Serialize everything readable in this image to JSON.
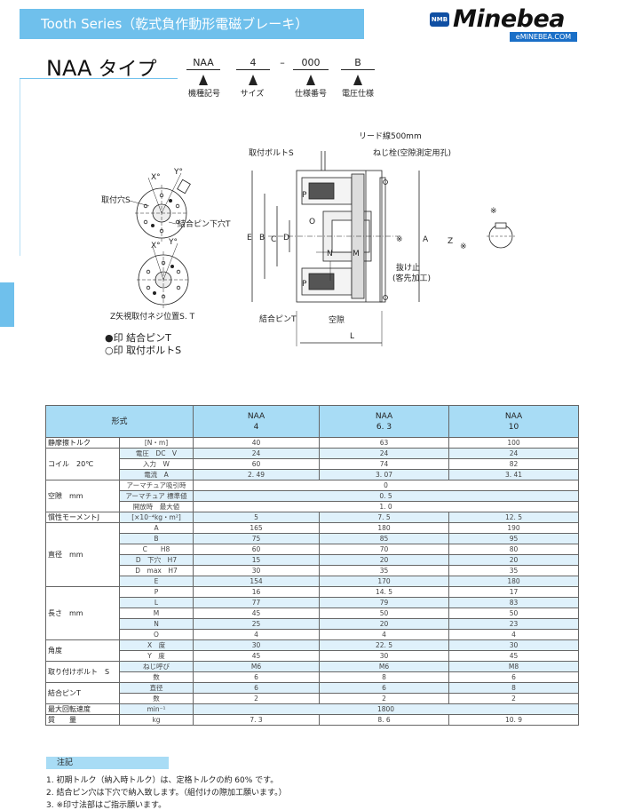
{
  "header": {
    "banner": "Tooth Series（乾式負作動形電磁ブレーキ）",
    "logo_badge": "NMB",
    "logo_brand": "Minebea",
    "logo_url": "eMINEBEA.COM"
  },
  "type_title": {
    "code": "NAA",
    "suffix": "タイプ"
  },
  "model_code": {
    "parts": [
      "NAA",
      "4",
      "–",
      "000",
      "B"
    ],
    "labels": [
      "機種記号",
      "サイズ",
      "仕様番号",
      "電圧仕様"
    ]
  },
  "drawing": {
    "labels": {
      "lead_wire": "リード線500mm",
      "screw_plug": "ねじ栓(空隙測定用孔)",
      "mount_bolt": "取付ボルトS",
      "mount_hole": "取付穴S",
      "pin_hole": "結合ピン下穴T",
      "z_view": "Z矢視取付ネジ位置S. T",
      "coupling_pin": "結合ピンT",
      "air_gap": "空隙",
      "removal": "抜け止",
      "customer": "(客先加工)",
      "x_deg": "X°",
      "y_deg": "Y°",
      "dim_P": "P",
      "dim_O": "O",
      "dim_E": "E",
      "dim_B": "B",
      "dim_C": "C",
      "dim_D": "D",
      "dim_N": "N",
      "dim_M": "M",
      "dim_L": "L",
      "dim_A": "A",
      "dim_Z": "Z",
      "mark": "※"
    }
  },
  "legend": [
    "●印 結合ピンT",
    "○印 取付ボルトS"
  ],
  "table": {
    "header": {
      "label": "形式",
      "models": [
        "NAA\n4",
        "NAA\n6. 3",
        "NAA\n10"
      ]
    },
    "rows": [
      {
        "cat": "静摩擦トルク",
        "sub": "[N・m]",
        "vals": [
          "40",
          "63",
          "100"
        ]
      },
      {
        "cat": "コイル　20℃",
        "sub": "電圧　DC　V",
        "vals": [
          "24",
          "24",
          "24"
        ]
      },
      {
        "cat": "",
        "sub": "入力　W",
        "vals": [
          "60",
          "74",
          "82"
        ]
      },
      {
        "cat": "",
        "sub": "電流　A",
        "vals": [
          "2. 49",
          "3. 07",
          "3. 41"
        ]
      },
      {
        "cat": "空隙　mm",
        "sub": "アーマチュア吸引時",
        "vals": [
          "0"
        ]
      },
      {
        "cat": "",
        "sub": "アーマチュア 標準値",
        "vals": [
          "0. 5"
        ]
      },
      {
        "cat": "",
        "sub": "開放時　最大値",
        "vals": [
          "1. 0"
        ]
      },
      {
        "cat": "慣性モーメントJ",
        "sub": "[×10⁻⁴kg・m²]",
        "vals": [
          "5",
          "7. 5",
          "12. 5"
        ]
      },
      {
        "cat": "直径　mm",
        "sub": "A",
        "vals": [
          "165",
          "180",
          "190"
        ]
      },
      {
        "cat": "",
        "sub": "B",
        "vals": [
          "75",
          "85",
          "95"
        ]
      },
      {
        "cat": "",
        "sub": "C　　H8",
        "vals": [
          "60",
          "70",
          "80"
        ]
      },
      {
        "cat": "",
        "sub": "D　下穴　H7",
        "vals": [
          "15",
          "20",
          "20"
        ]
      },
      {
        "cat": "",
        "sub": "D　max　H7",
        "vals": [
          "30",
          "35",
          "35"
        ]
      },
      {
        "cat": "",
        "sub": "E",
        "vals": [
          "154",
          "170",
          "180"
        ]
      },
      {
        "cat": "長さ　mm",
        "sub": "P",
        "vals": [
          "16",
          "14. 5",
          "17"
        ]
      },
      {
        "cat": "",
        "sub": "L",
        "vals": [
          "77",
          "79",
          "83"
        ]
      },
      {
        "cat": "",
        "sub": "M",
        "vals": [
          "45",
          "50",
          "50"
        ]
      },
      {
        "cat": "",
        "sub": "N",
        "vals": [
          "25",
          "20",
          "23"
        ]
      },
      {
        "cat": "",
        "sub": "O",
        "vals": [
          "4",
          "4",
          "4"
        ]
      },
      {
        "cat": "角度",
        "sub": "X　度",
        "vals": [
          "30",
          "22. 5",
          "30"
        ]
      },
      {
        "cat": "",
        "sub": "Y　度",
        "vals": [
          "45",
          "30",
          "45"
        ]
      },
      {
        "cat": "取り付けボルト　S",
        "sub": "ねじ呼び",
        "vals": [
          "M6",
          "M6",
          "M8"
        ]
      },
      {
        "cat": "",
        "sub": "数",
        "vals": [
          "6",
          "8",
          "6"
        ]
      },
      {
        "cat": "結合ピンT",
        "sub": "直径",
        "vals": [
          "6",
          "6",
          "8"
        ]
      },
      {
        "cat": "",
        "sub": "数",
        "vals": [
          "2",
          "2",
          "2"
        ]
      },
      {
        "cat": "最大回転速度",
        "sub": "min⁻¹",
        "vals": [
          "1800"
        ]
      },
      {
        "cat": "質　　量",
        "sub": "kg",
        "vals": [
          "7. 3",
          "8. 6",
          "10. 9"
        ]
      }
    ]
  },
  "notes": {
    "label": "注記",
    "items": [
      "1. 初期トルク（納入時トルク）は、定格トルクの約 60% です。",
      "2. 結合ピン穴は下穴で納入致します。（組付けの際加工願います。）",
      "3. ※印寸法部はご指示願います。"
    ]
  }
}
